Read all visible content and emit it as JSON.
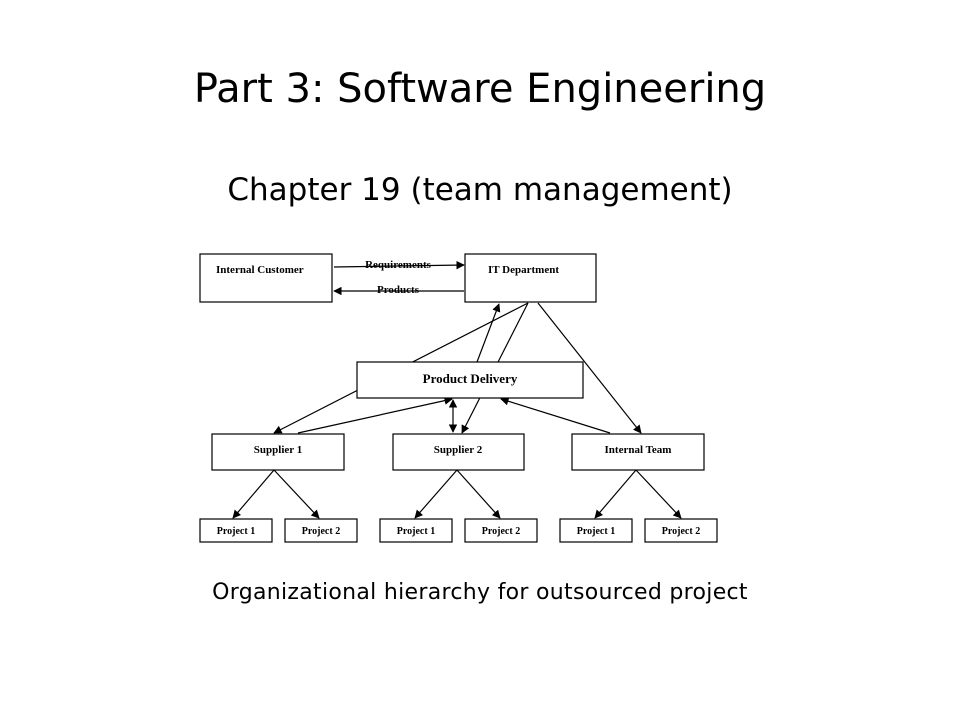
{
  "slide": {
    "title": "Part 3: Software Engineering",
    "subtitle": "Chapter 19 (team management)",
    "caption": "Organizational hierarchy for outsourced project"
  },
  "diagram": {
    "nodes": {
      "internal_customer": "Internal Customer",
      "it_department": "IT Department",
      "product_delivery": "Product Delivery",
      "supplier_1": "Supplier 1",
      "supplier_2": "Supplier 2",
      "internal_team": "Internal Team",
      "s1_project_1": "Project 1",
      "s1_project_2": "Project 2",
      "s2_project_1": "Project 1",
      "s2_project_2": "Project 2",
      "it_project_1": "Project 1",
      "it_project_2": "Project 2"
    },
    "edge_labels": {
      "requirements": "Requirements",
      "products": "Products"
    }
  }
}
